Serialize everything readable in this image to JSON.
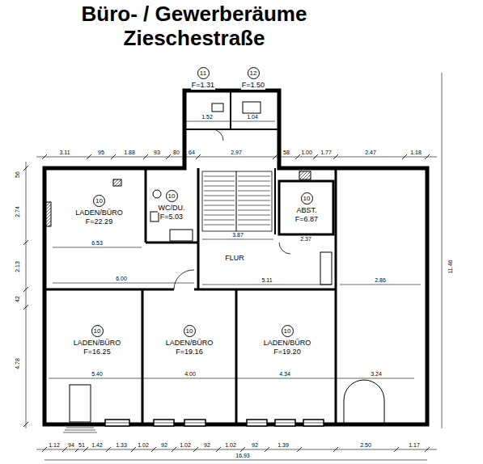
{
  "diagram": {
    "title": "Büro- / Gewerberäume Zieschestraße",
    "nodes": [
      {
        "text": [
          "11",
          "F=1.31"
        ]
      },
      {
        "text": [
          "12",
          "F=1.50"
        ]
      },
      {
        "text": [
          "10",
          "LADEN/BÜRO",
          "F=22.29"
        ]
      },
      {
        "text": [
          "10",
          "WC/DU.",
          "F=5.03"
        ]
      },
      {
        "text": [
          "10",
          "ABST.",
          "F=6.87"
        ]
      },
      {
        "text": [
          "FLUR"
        ]
      },
      {
        "text": [
          "10",
          "LADEN/BÜRO",
          "F=16.25"
        ]
      },
      {
        "text": [
          "10",
          "LADEN/BÜRO",
          "F=19.16"
        ]
      },
      {
        "text": [
          "10",
          "LADEN/BÜRO",
          "F=19.20"
        ]
      }
    ],
    "edges": [],
    "labels": [
      "3.11",
      "95",
      "1.88",
      "93",
      "80",
      "64",
      "2.97",
      "58",
      "1.00",
      "1.77",
      "2.47",
      "1.18",
      "1.52",
      "1.04",
      "1.12",
      "94",
      "51",
      "1.42",
      "1.33",
      "1.02",
      "92",
      "1.02",
      "92",
      "1.02",
      "92",
      "1.39",
      "2.50",
      "1.17",
      "16.93",
      "6.53",
      "6.00",
      "3.87",
      "2.37",
      "5.11",
      "2.86",
      "5.40",
      "4.00",
      "4.34",
      "3.24",
      "56",
      "2.74",
      "2.13",
      "42",
      "4.78",
      "11.46"
    ]
  }
}
